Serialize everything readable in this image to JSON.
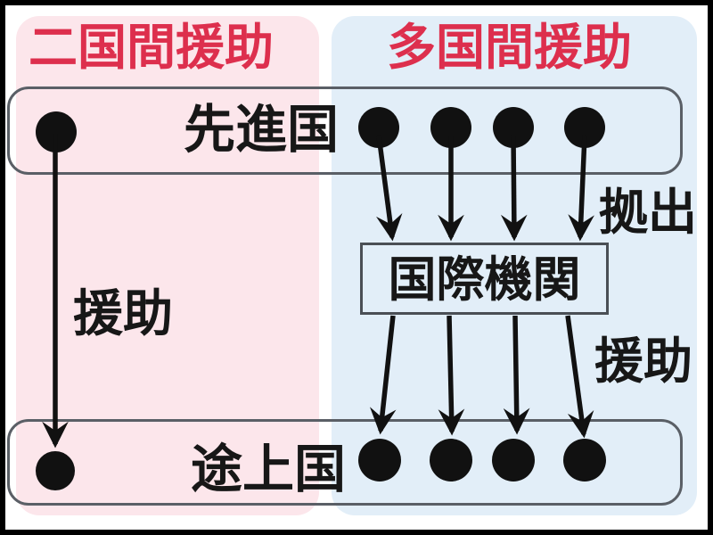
{
  "sections": {
    "bilateral": {
      "title": "二国間援助",
      "bg_color": "#fce6eb",
      "title_color": "#dd2f4d"
    },
    "multilateral": {
      "title": "多国間援助",
      "bg_color": "#e2eef8",
      "title_color": "#dd2f4d"
    }
  },
  "nodes": {
    "developed": {
      "label": "先進国"
    },
    "developing": {
      "label": "途上国"
    },
    "org": {
      "label": "国際機関"
    }
  },
  "edges": {
    "bilateral_aid": {
      "label": "援助",
      "from": "先進国",
      "to": "途上国"
    },
    "contribution": {
      "label": "拠出",
      "from": "先進国",
      "to": "国際機関"
    },
    "multilateral_aid": {
      "label": "援助",
      "from": "国際機関",
      "to": "途上国"
    }
  },
  "counts": {
    "bilateral_donor_dots": 1,
    "bilateral_recipient_dots": 1,
    "multilateral_donor_dots": 4,
    "multilateral_recipient_dots": 4
  },
  "colors": {
    "arrow_and_dots": "#111111",
    "rounded_box_border": "#5a5f66",
    "org_box_border": "#4a4f55",
    "outer_frame": "#000000",
    "background": "#ffffff"
  }
}
